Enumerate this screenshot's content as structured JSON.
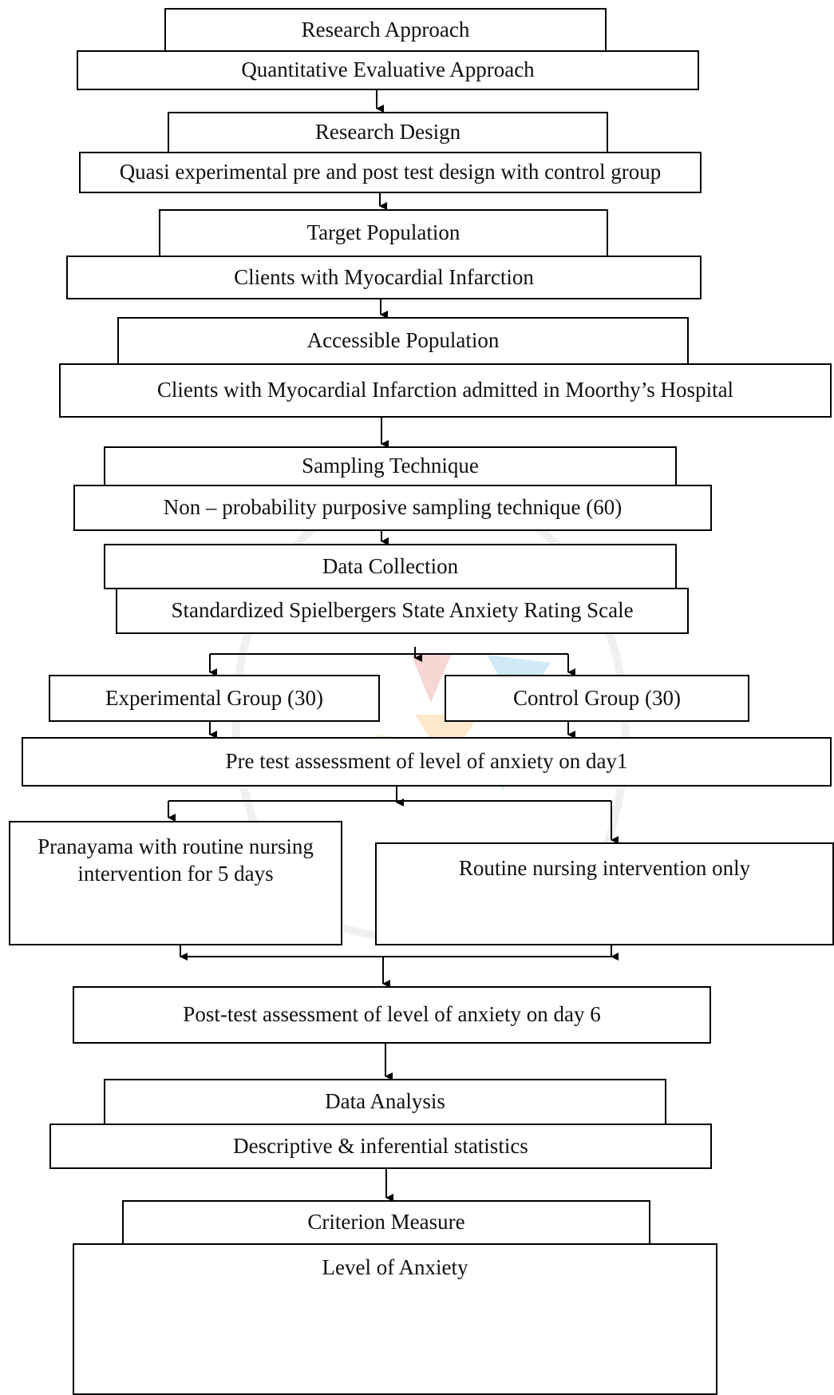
{
  "flow": {
    "research_approach": "Research Approach",
    "quantitative_evaluative": "Quantitative Evaluative Approach",
    "research_design": "Research Design",
    "quasi_experimental": "Quasi experimental pre and post test design with control group",
    "target_population": "Target Population",
    "clients_mi": "Clients with Myocardial Infarction",
    "accessible_population": "Accessible Population",
    "clients_mi_hospital": "Clients with Myocardial Infarction admitted in Moorthy’s Hospital",
    "sampling_technique": "Sampling Technique",
    "non_probability": "Non – probability purposive sampling technique (60)",
    "data_collection": "Data Collection",
    "stai": "Standardized Spielbergers State Anxiety Rating Scale",
    "experimental_group": "Experimental Group (30)",
    "control_group": "Control Group (30)",
    "pretest": "Pre test assessment of level of anxiety on day1",
    "pranayama": "Pranayama with routine nursing intervention for 5 days",
    "routine": "Routine nursing intervention only",
    "posttest": "Post-test assessment of level of anxiety on  day 6",
    "data_analysis": "Data Analysis",
    "descriptive": "Descriptive & inferential statistics",
    "criterion_measure": "Criterion Measure",
    "level_anxiety": "Level of Anxiety"
  }
}
